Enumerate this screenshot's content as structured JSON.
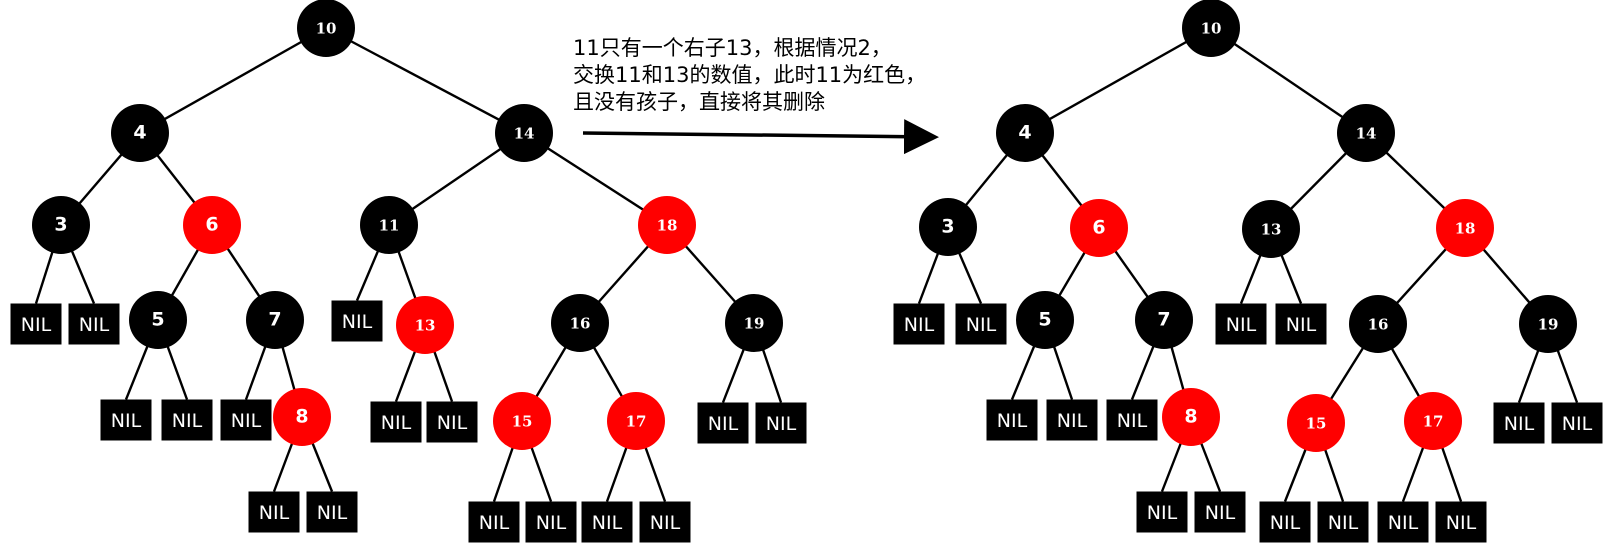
{
  "caption": {
    "lines": [
      "11只有一个右子13，根据情况2，",
      "交换11和13的数值，此时11为红色，",
      "且没有孩子，直接将其删除"
    ]
  },
  "colors": {
    "black": "#000000",
    "red": "#ff0000",
    "nil": "#000000",
    "text": "#ffffff"
  },
  "nil_label": "NIL",
  "trees": [
    {
      "name": "before",
      "nodes": [
        {
          "id": "L10",
          "label": "10",
          "color": "black"
        },
        {
          "id": "L4",
          "label": "4",
          "color": "black"
        },
        {
          "id": "L14",
          "label": "14",
          "color": "black"
        },
        {
          "id": "L3",
          "label": "3",
          "color": "black"
        },
        {
          "id": "L6",
          "label": "6",
          "color": "red"
        },
        {
          "id": "L11",
          "label": "11",
          "color": "black"
        },
        {
          "id": "L18",
          "label": "18",
          "color": "red"
        },
        {
          "id": "L5",
          "label": "5",
          "color": "black"
        },
        {
          "id": "L7",
          "label": "7",
          "color": "black"
        },
        {
          "id": "L13",
          "label": "13",
          "color": "red"
        },
        {
          "id": "L16",
          "label": "16",
          "color": "black"
        },
        {
          "id": "L19",
          "label": "19",
          "color": "black"
        },
        {
          "id": "L8",
          "label": "8",
          "color": "red"
        },
        {
          "id": "L15",
          "label": "15",
          "color": "red"
        },
        {
          "id": "L17",
          "label": "17",
          "color": "red"
        }
      ]
    },
    {
      "name": "after",
      "nodes": [
        {
          "id": "R10",
          "label": "10",
          "color": "black"
        },
        {
          "id": "R4",
          "label": "4",
          "color": "black"
        },
        {
          "id": "R14",
          "label": "14",
          "color": "black"
        },
        {
          "id": "R3",
          "label": "3",
          "color": "black"
        },
        {
          "id": "R6",
          "label": "6",
          "color": "red"
        },
        {
          "id": "R13",
          "label": "13",
          "color": "black"
        },
        {
          "id": "R18",
          "label": "18",
          "color": "red"
        },
        {
          "id": "R5",
          "label": "5",
          "color": "black"
        },
        {
          "id": "R7",
          "label": "7",
          "color": "black"
        },
        {
          "id": "R16",
          "label": "16",
          "color": "black"
        },
        {
          "id": "R19",
          "label": "19",
          "color": "black"
        },
        {
          "id": "R8",
          "label": "8",
          "color": "red"
        },
        {
          "id": "R15",
          "label": "15",
          "color": "red"
        },
        {
          "id": "R17",
          "label": "17",
          "color": "red"
        }
      ]
    }
  ]
}
